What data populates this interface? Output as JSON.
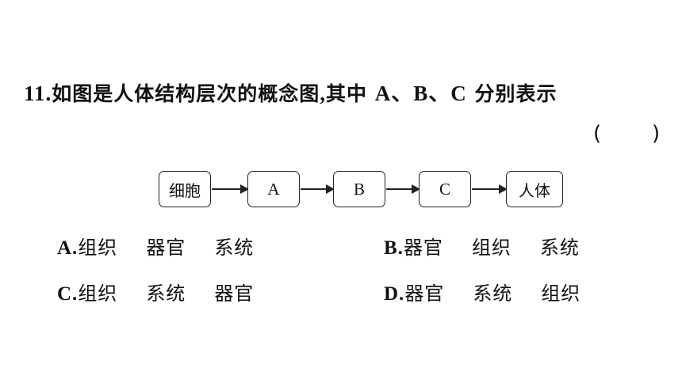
{
  "question": {
    "number": "11.",
    "text_part1": "如图是人体结构层次的概念图",
    "comma": ",",
    "text_part2": "其中 ",
    "letters": "A、B、C",
    "text_part3": " 分别表示",
    "paren_open": "(",
    "paren_close": ")"
  },
  "flowchart": {
    "nodes": [
      "细胞",
      "A",
      "B",
      "C",
      "人体"
    ]
  },
  "options": [
    {
      "letter": "A.",
      "items": [
        "组织",
        "器官",
        "系统"
      ]
    },
    {
      "letter": "B.",
      "items": [
        "器官",
        "组织",
        "系统"
      ]
    },
    {
      "letter": "C.",
      "items": [
        "组织",
        "系统",
        "器官"
      ]
    },
    {
      "letter": "D.",
      "items": [
        "器官",
        "系统",
        "组织"
      ]
    }
  ]
}
